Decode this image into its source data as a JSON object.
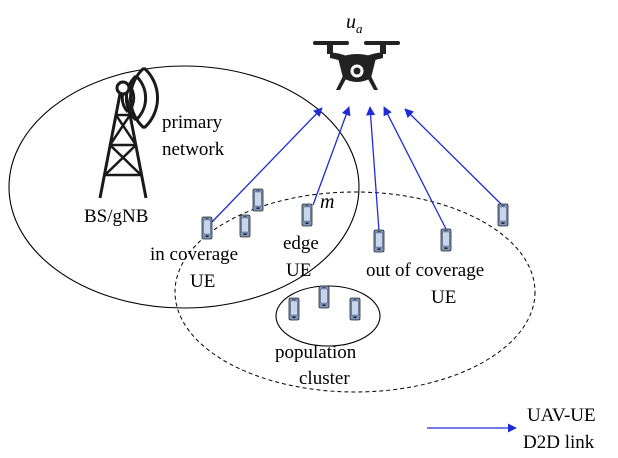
{
  "labels": {
    "uav": "u",
    "uav_sub": "a",
    "bs": "BS/gNB",
    "primary_line1": "primary",
    "primary_line2": "network",
    "edge_marker": "m",
    "in_cov_line1": "in coverage",
    "in_cov_line2": "UE",
    "edge_line1": "edge",
    "edge_line2": "UE",
    "out_cov_line1": "out of coverage",
    "out_cov_line2": "UE",
    "cluster_line1": "population",
    "cluster_line2": "cluster",
    "legend_line1": "UAV-UE",
    "legend_line2": "D2D link"
  },
  "colors": {
    "link": "#1f2bd6",
    "phone_body": "#8da6c8",
    "phone_screen": "#c7d6ea",
    "drone": "#222222"
  },
  "icons": {
    "base_station": "antenna-tower-icon",
    "uav": "drone-icon",
    "ue": "mobile-phone-icon"
  }
}
